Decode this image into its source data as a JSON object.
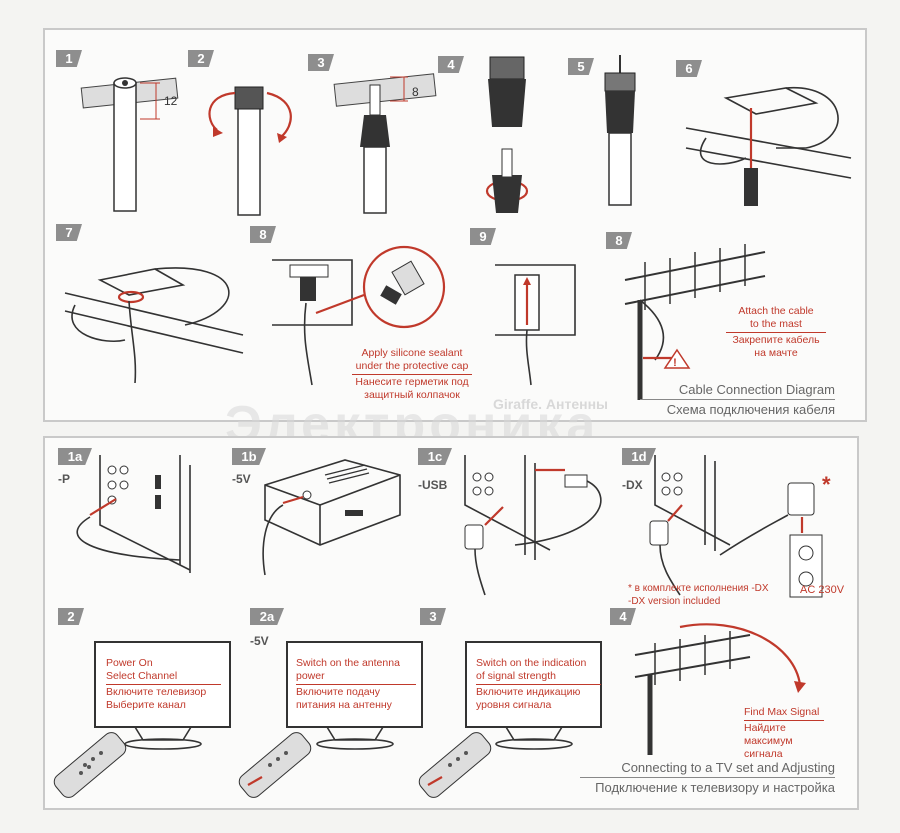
{
  "top_steps": [
    "1",
    "2",
    "3",
    "4",
    "5",
    "6",
    "7",
    "8",
    "9",
    "8"
  ],
  "dims": {
    "d1": "12",
    "d3": "8"
  },
  "sealant": {
    "en1": "Apply silicone sealant",
    "en2": "under the protective cap",
    "ru1": "Нанесите герметик под",
    "ru2": "защитный колпачок"
  },
  "mast": {
    "en1": "Attach the cable",
    "en2": "to the mast",
    "ru1": "Закрепите кабель",
    "ru2": "на мачте"
  },
  "top_title": {
    "en": "Cable Connection Diagram",
    "ru": "Схема подключения кабеля"
  },
  "watermark": {
    "small": "Giraffe. Антенны",
    "big": "Электроника"
  },
  "bottom_steps": [
    "1a",
    "1b",
    "1c",
    "1d",
    "2",
    "2a",
    "3",
    "4"
  ],
  "modes": {
    "p": "-P",
    "v5": "-5V",
    "usb": "-USB",
    "dx": "-DX",
    "v5b": "-5V"
  },
  "asterisk": "*",
  "dx_note": {
    "ru": "* в комплекте исполнения -DX",
    "en": "-DX version included"
  },
  "ac": "AC 230V",
  "screen2": {
    "l1": "Power On",
    "l2": "Select Channel",
    "l3": "Включите телевизор",
    "l4": "Выберите канал"
  },
  "screen2a": {
    "l1": "Switch on the antenna",
    "l2": "power",
    "l3": "Включите подачу",
    "l4": "питания на антенну"
  },
  "screen3": {
    "l1": "Switch on the indication",
    "l2": "of signal strength",
    "l3": "Включите индикацию",
    "l4": "уровня сигнала"
  },
  "find": {
    "en": "Find Max Signal",
    "ru1": "Найдите максимум",
    "ru2": "сигнала"
  },
  "bottom_title": {
    "en": "Connecting to a TV set and Adjusting",
    "ru": "Подключение к телевизору и настройка"
  }
}
